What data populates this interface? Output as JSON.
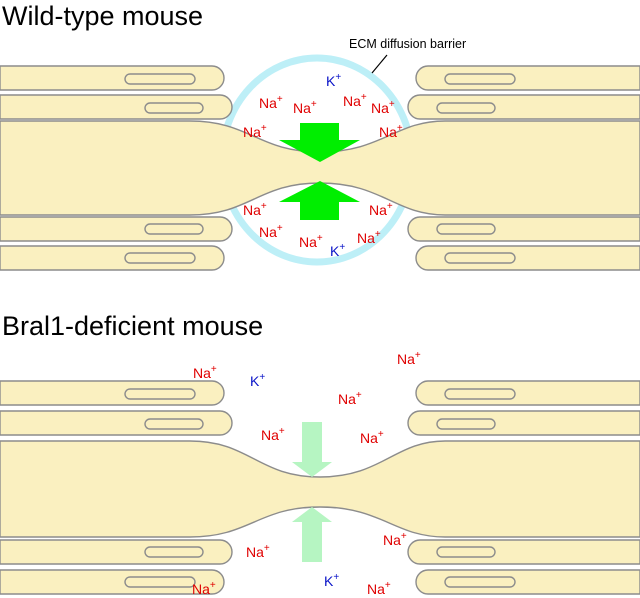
{
  "colors": {
    "myelin_fill": "#FAF0C0",
    "membrane_stroke": "#8C8C8C",
    "ecm_barrier": "#BDEFF7",
    "arrow_strong": "#00EE00",
    "arrow_faint": "#B6F5C2",
    "na_ion": "#E00000",
    "k_ion": "#0A14C8"
  },
  "panels": {
    "wild_type": {
      "title": "Wild-type mouse",
      "barrier_label": "ECM diffusion barrier"
    },
    "bral1": {
      "title": "Bral1-deficient mouse"
    }
  },
  "ions": {
    "na_symbol": "Na",
    "k_symbol": "K",
    "charge": "+"
  },
  "icons": {
    "inward_arrow": "arrow-down-icon",
    "outward_arrow": "arrow-up-icon"
  }
}
